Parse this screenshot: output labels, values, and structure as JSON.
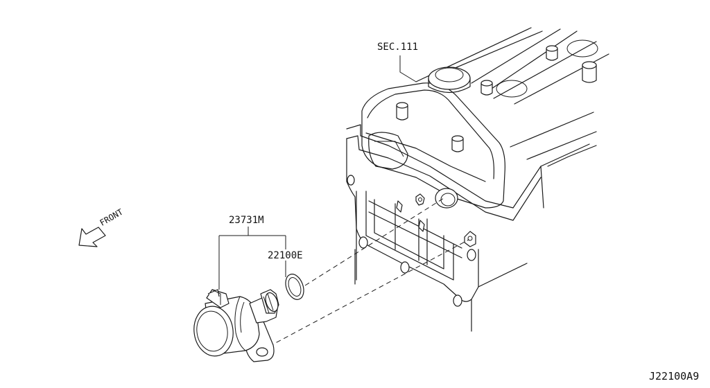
{
  "labels": {
    "sec_ref": "SEC.111",
    "part_sensor": "23731M",
    "part_oring": "22100E",
    "front": "FRONT",
    "diagram_code": "J22100A9"
  }
}
